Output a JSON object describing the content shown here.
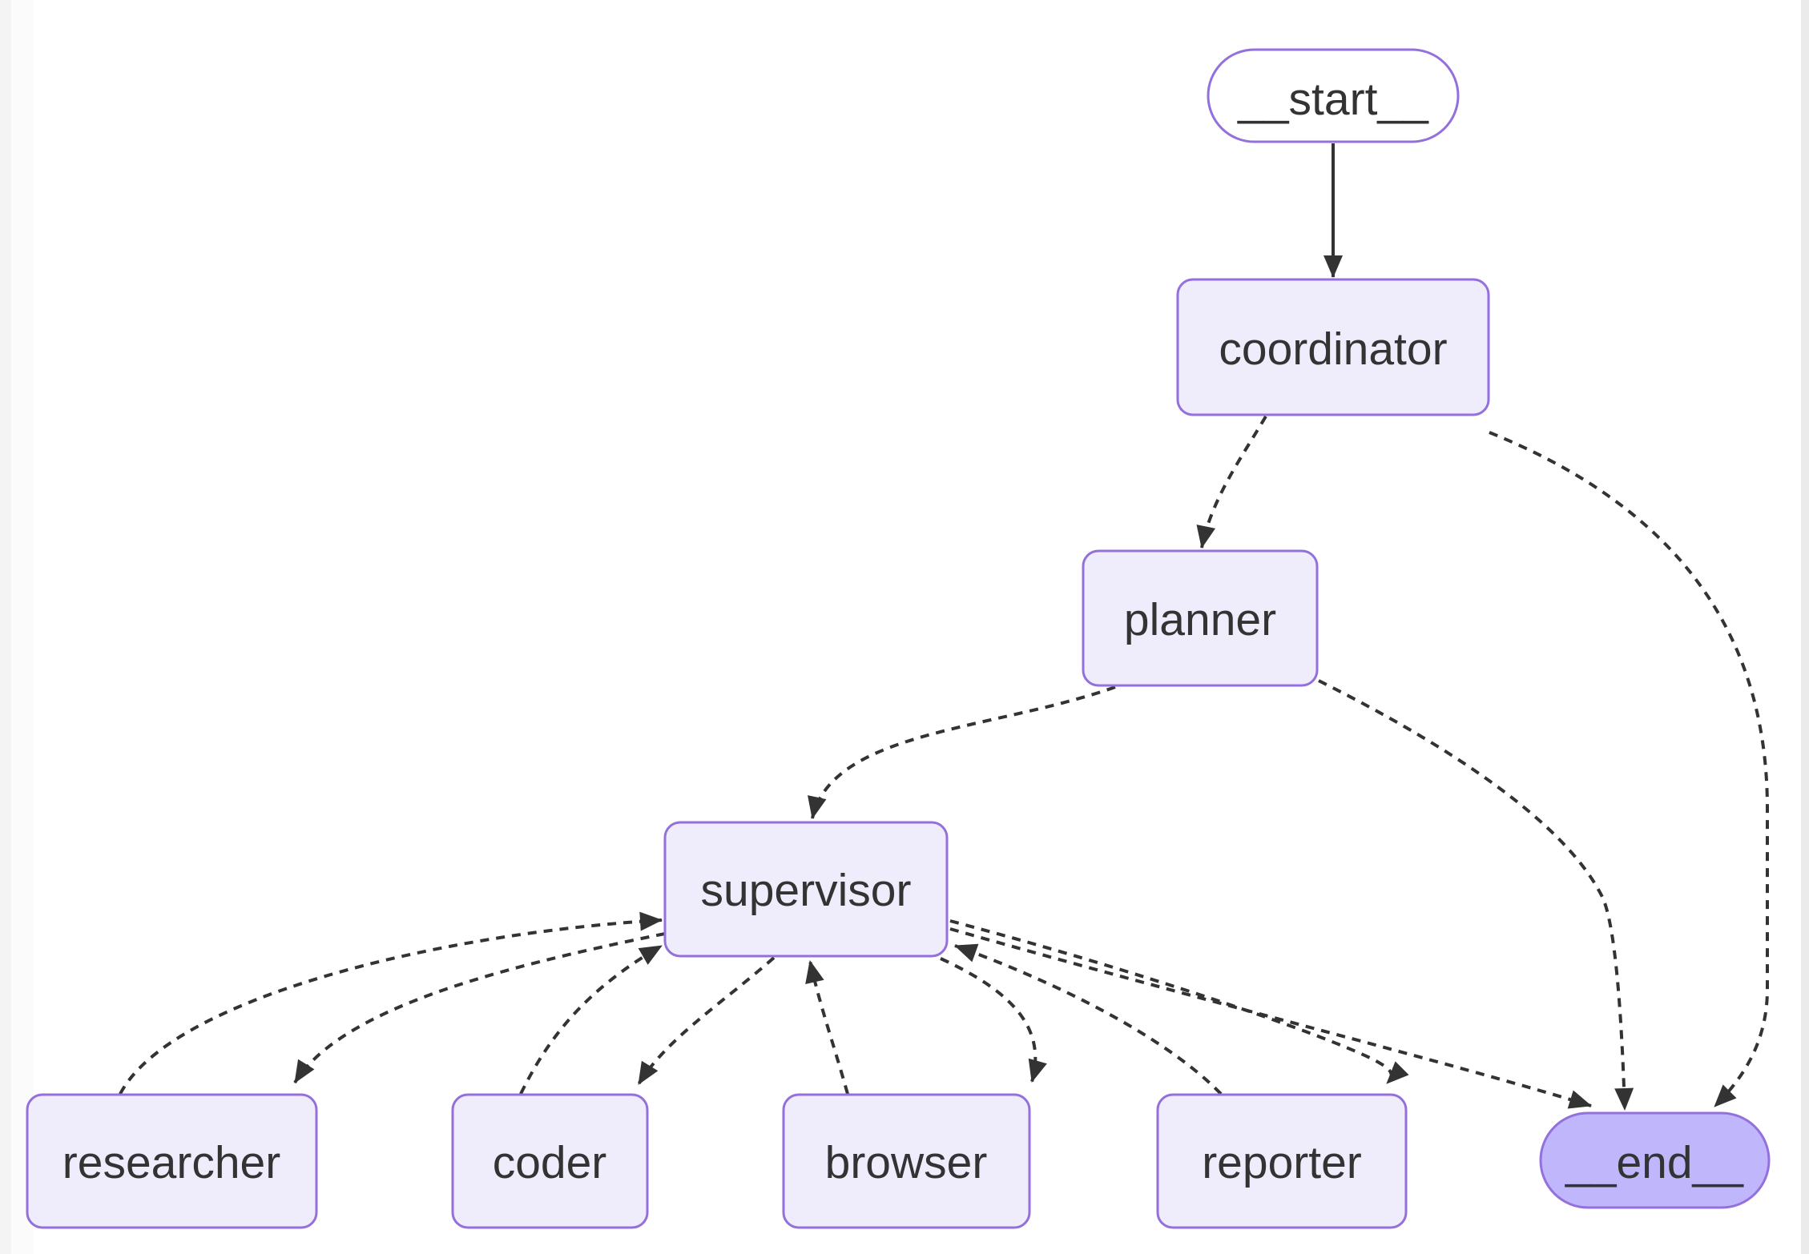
{
  "diagram": {
    "type": "flowchart",
    "direction": "top-down",
    "nodes": {
      "start": {
        "label": "__start__",
        "shape": "stadium"
      },
      "coordinator": {
        "label": "coordinator",
        "shape": "rounded-rect"
      },
      "planner": {
        "label": "planner",
        "shape": "rounded-rect"
      },
      "supervisor": {
        "label": "supervisor",
        "shape": "rounded-rect"
      },
      "researcher": {
        "label": "researcher",
        "shape": "rounded-rect"
      },
      "coder": {
        "label": "coder",
        "shape": "rounded-rect"
      },
      "browser": {
        "label": "browser",
        "shape": "rounded-rect"
      },
      "reporter": {
        "label": "reporter",
        "shape": "rounded-rect"
      },
      "end": {
        "label": "__end__",
        "shape": "stadium"
      }
    },
    "edges": [
      {
        "from": "__start__",
        "to": "coordinator",
        "style": "solid"
      },
      {
        "from": "coordinator",
        "to": "planner",
        "style": "dashed"
      },
      {
        "from": "coordinator",
        "to": "__end__",
        "style": "dashed"
      },
      {
        "from": "planner",
        "to": "supervisor",
        "style": "dashed"
      },
      {
        "from": "planner",
        "to": "__end__",
        "style": "dashed"
      },
      {
        "from": "supervisor",
        "to": "researcher",
        "style": "dashed"
      },
      {
        "from": "researcher",
        "to": "supervisor",
        "style": "dashed"
      },
      {
        "from": "supervisor",
        "to": "coder",
        "style": "dashed"
      },
      {
        "from": "coder",
        "to": "supervisor",
        "style": "dashed"
      },
      {
        "from": "supervisor",
        "to": "browser",
        "style": "dashed"
      },
      {
        "from": "browser",
        "to": "supervisor",
        "style": "dashed"
      },
      {
        "from": "supervisor",
        "to": "reporter",
        "style": "dashed"
      },
      {
        "from": "reporter",
        "to": "supervisor",
        "style": "dashed"
      },
      {
        "from": "supervisor",
        "to": "__end__",
        "style": "dashed"
      }
    ],
    "colors": {
      "node_fill": "#efedfc",
      "node_border": "#9370db",
      "start_fill": "#ffffff",
      "end_fill": "#bfb6fc",
      "edge_color": "#333333",
      "text_color": "#333333",
      "canvas": "#ffffff",
      "left_margin_strip": "#f4f4f4",
      "right_margin_strip": "#ebebeb"
    }
  }
}
